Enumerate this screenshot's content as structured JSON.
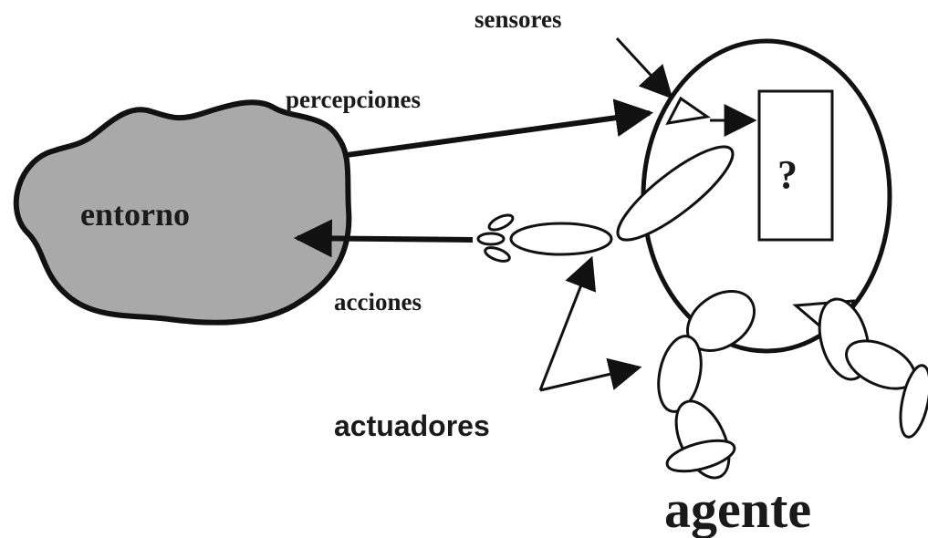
{
  "labels": {
    "sensores": "sensores",
    "percepciones": "percepciones",
    "entorno": "entorno",
    "acciones": "acciones",
    "actuadores": "actuadores",
    "agente": "agente",
    "unknown": "?"
  },
  "colors": {
    "environment_fill": "#a9a9a9",
    "ink": "#111111",
    "background": "#ffffff"
  }
}
